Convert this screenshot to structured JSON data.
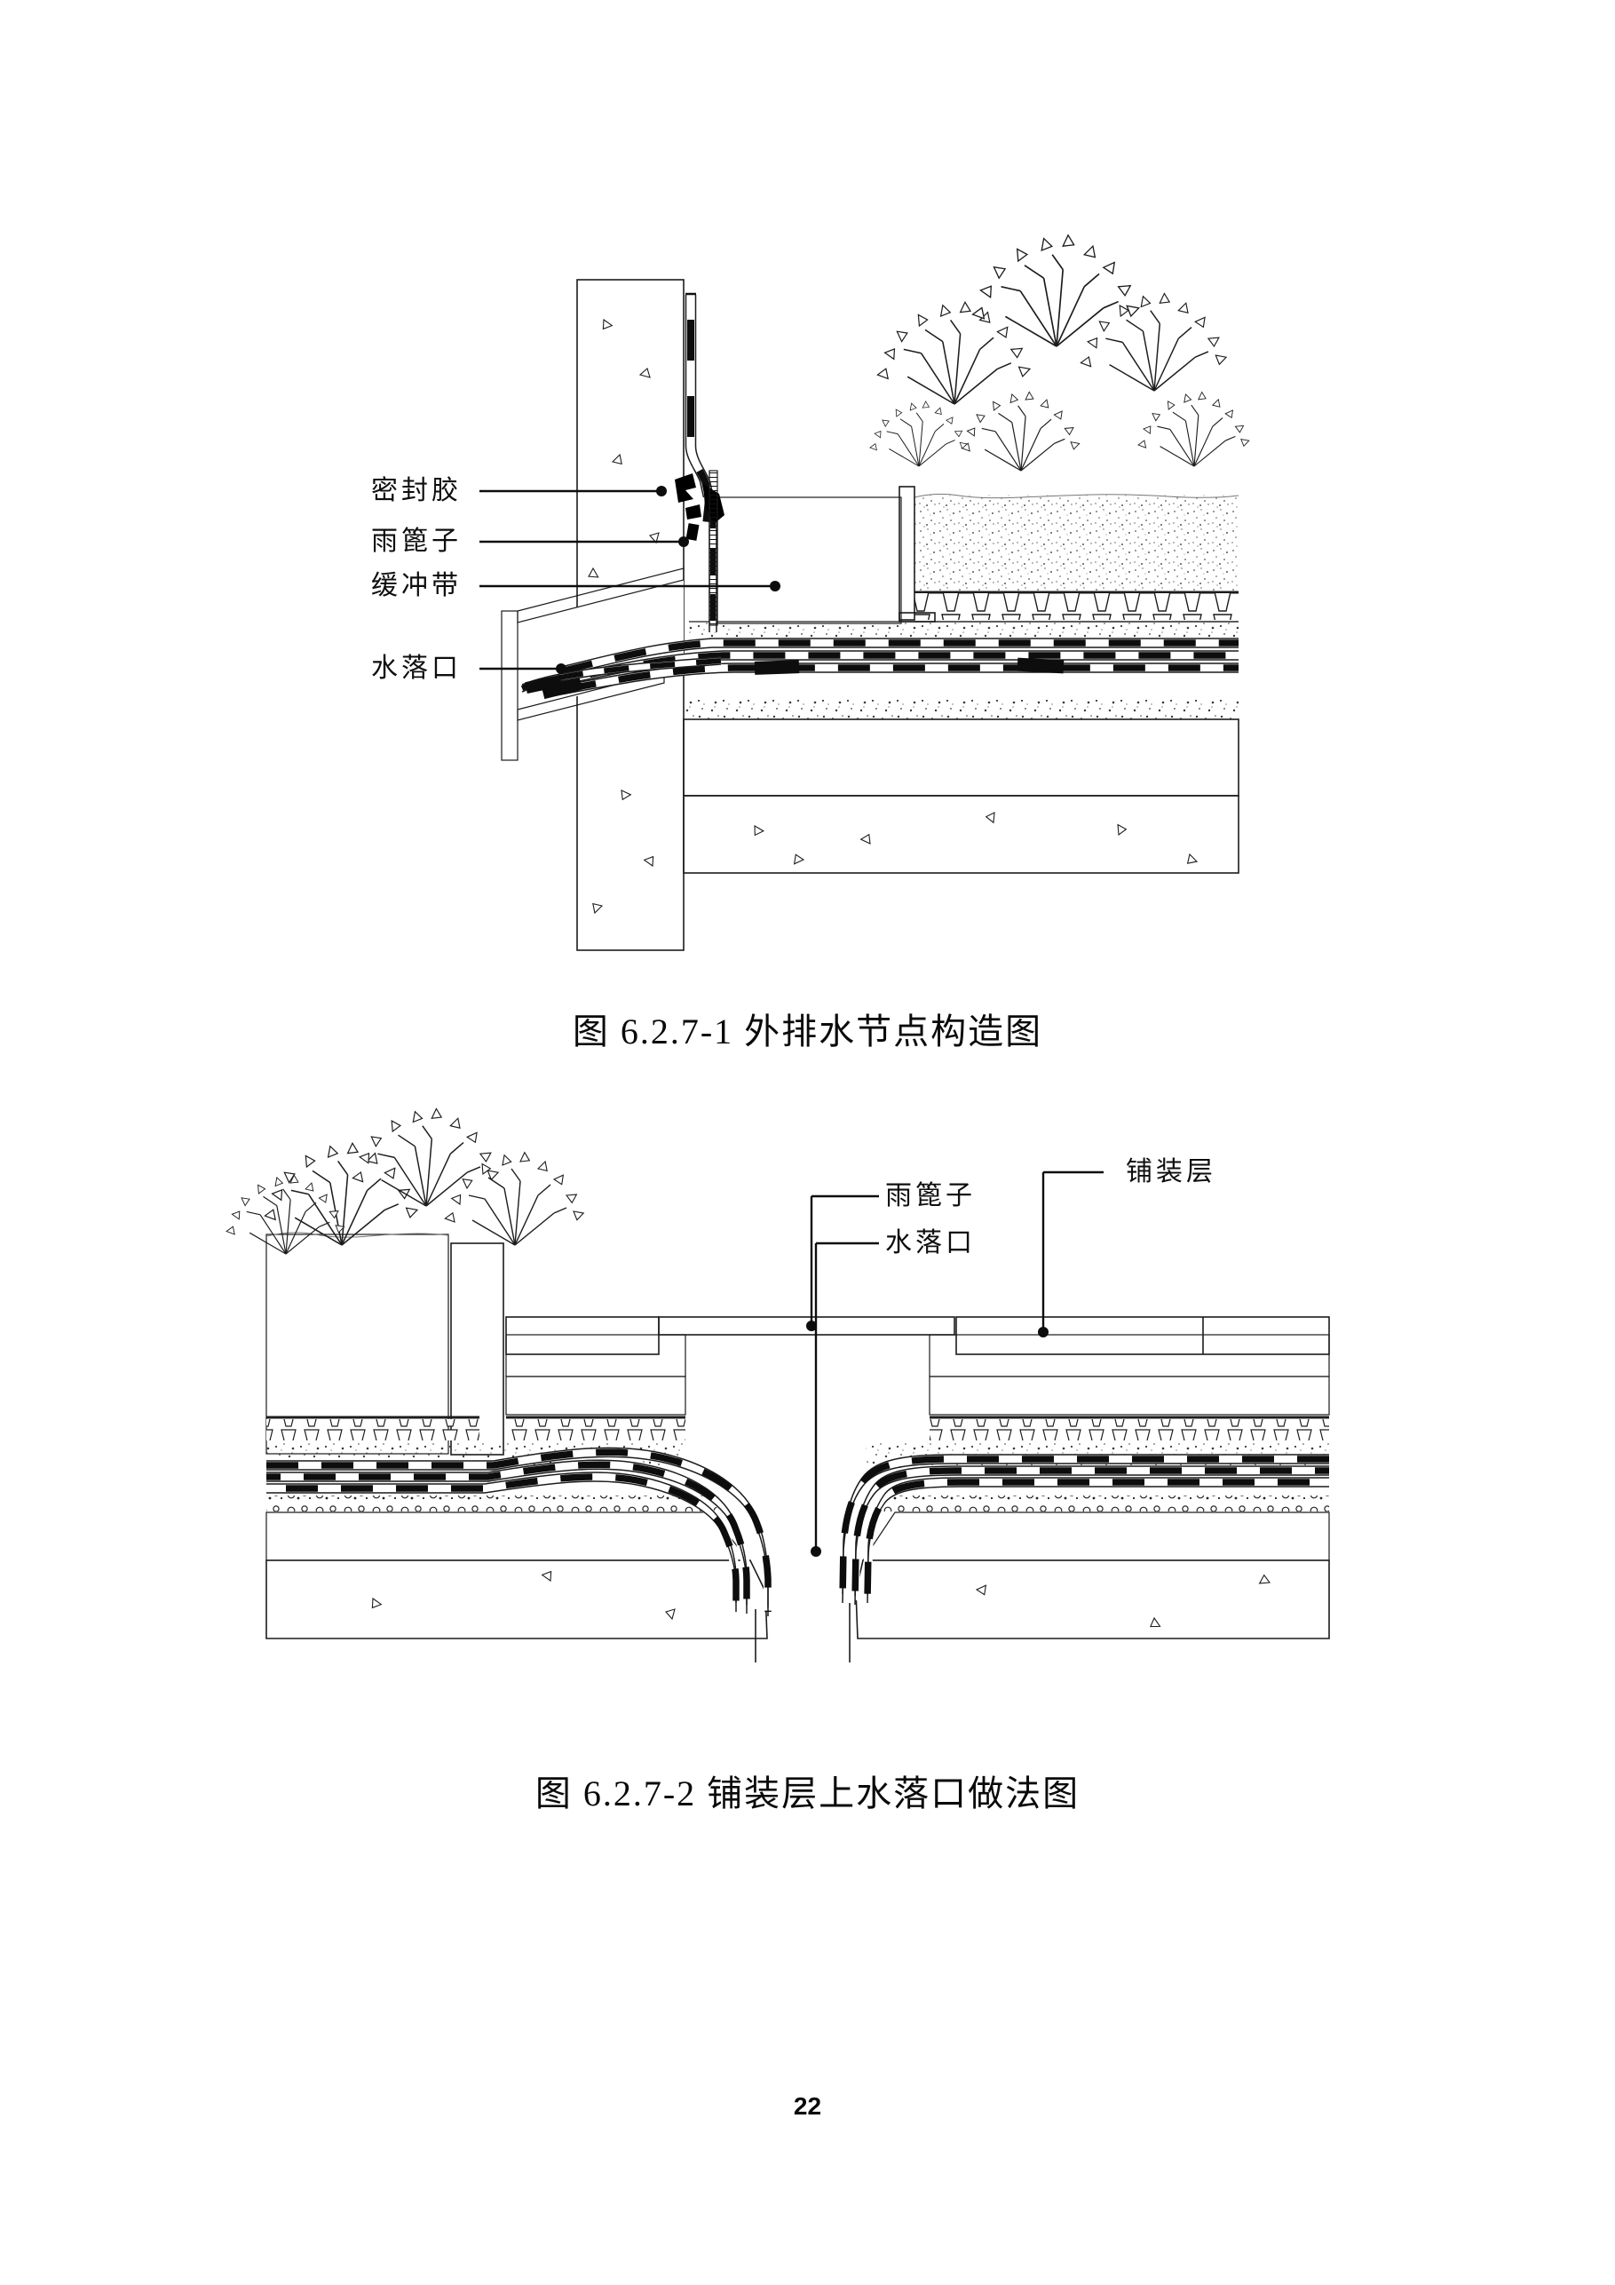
{
  "page": {
    "number": "22"
  },
  "figure1": {
    "caption": "图 6.2.7-1 外排水节点构造图",
    "labels": {
      "sealant": "密封胶",
      "rain_grate": "雨篦子",
      "buffer_strip": "缓冲带",
      "drain_outlet": "水落口"
    }
  },
  "figure2": {
    "caption": "图 6.2.7-2 铺装层上水落口做法图",
    "labels": {
      "rain_grate": "雨篦子",
      "drain_outlet": "水落口",
      "paving_layer": "铺装层"
    }
  },
  "colors": {
    "ink": "#1c1c1c",
    "background": "#ffffff"
  }
}
